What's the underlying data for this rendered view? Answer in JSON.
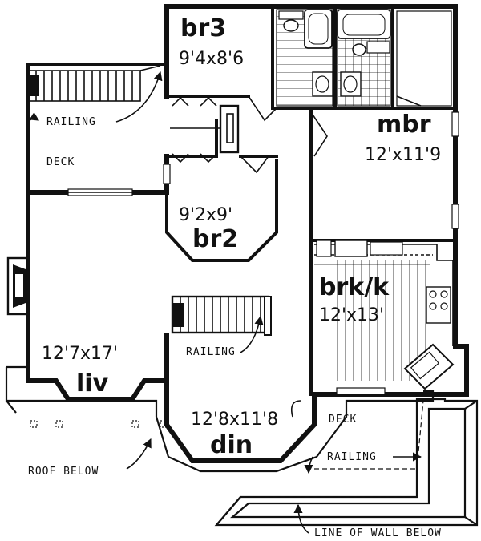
{
  "rooms": {
    "br3": {
      "name": "br3",
      "dims": "9'4x8'6"
    },
    "mbr": {
      "name": "mbr",
      "dims": "12'x11'9"
    },
    "br2": {
      "name": "br2",
      "dims": "9'2x9'"
    },
    "brk": {
      "name": "brk/k",
      "dims": "12'x13'"
    },
    "liv": {
      "name": "liv",
      "dims": "12'7x17'"
    },
    "din": {
      "name": "din",
      "dims": "12'8x11'8"
    }
  },
  "labels": {
    "deck_left": "DECK",
    "deck_right": "DECK",
    "railing_top": "RAILING",
    "railing_stair": "RAILING",
    "railing_deck": "RAILING",
    "roof_below": "ROOF BELOW",
    "line_of_wall_below": "LINE OF WALL BELOW"
  }
}
